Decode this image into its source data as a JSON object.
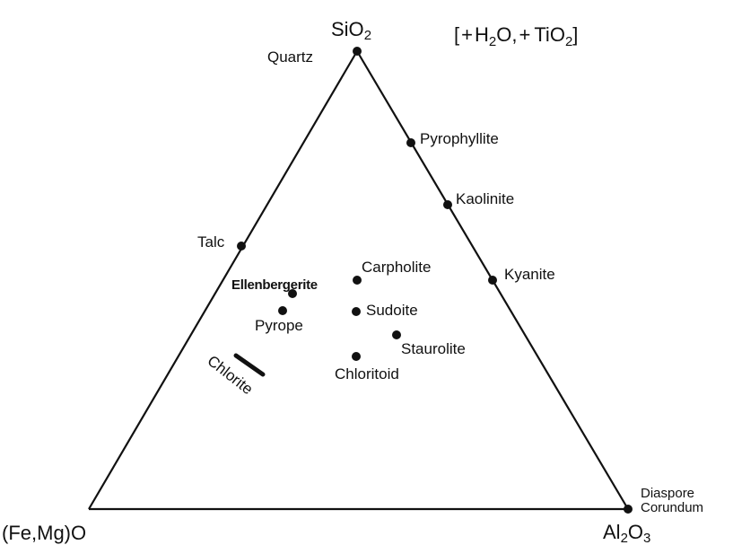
{
  "apices": {
    "top": {
      "main": "SiO",
      "sub": "2"
    },
    "left": {
      "text": "(Fe,Mg)O"
    },
    "right": {
      "a": "Al",
      "a_sub": "2",
      "b": "O",
      "b_sub": "3"
    }
  },
  "extra_components": {
    "open": "[",
    "plus1": "+",
    "h2o_a": "H",
    "h2o_sub": "2",
    "h2o_b": "O,",
    "plus2": "+",
    "tio": "TiO",
    "tio_sub": "2",
    "close": "]"
  },
  "phases": {
    "quartz": "Quartz",
    "pyrophyllite": "Pyrophyllite",
    "kaolinite": "Kaolinite",
    "talc": "Talc",
    "kyanite": "Kyanite",
    "carpholite": "Carpholite",
    "ellenbergerite": "Ellenbergerite",
    "sudoite": "Sudoite",
    "pyrope": "Pyrope",
    "staurolite": "Staurolite",
    "chloritoid": "Chloritoid",
    "chlorite": "Chlorite",
    "diaspore": "Diaspore",
    "corundum": "Corundum"
  }
}
